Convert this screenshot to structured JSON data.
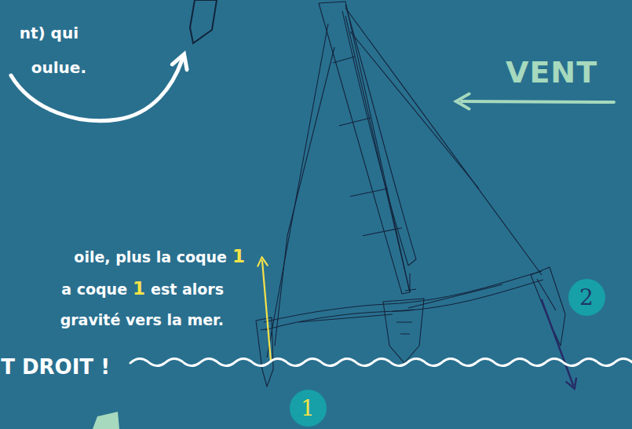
{
  "diagram": {
    "nodes": [
      {
        "text": [
          "2"
        ]
      },
      {
        "text": [
          "1"
        ]
      }
    ],
    "labels": [
      "nt) qui",
      "oulue.",
      "VENT",
      "oile, plus la coque",
      "1",
      "a coque",
      "1",
      "est alors",
      "gravité vers la mer.",
      "T DROIT !"
    ]
  }
}
